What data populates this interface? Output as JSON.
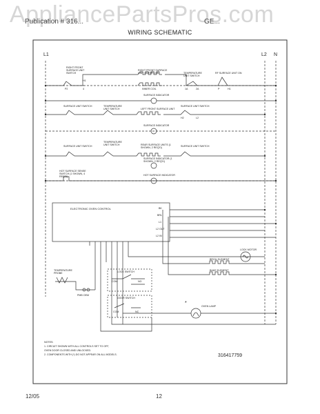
{
  "watermark": "AppliancePartsPros.com",
  "header": {
    "left": "Publication # 316...",
    "right": "GE...",
    "title": "WIRING SCHEMATIC"
  },
  "rails": {
    "l1": "L1",
    "l2": "L2",
    "n": "N"
  },
  "row1": {
    "switch_label": "RIGHT FRONT SURFACE UNIT SWITCH",
    "h1": "H1",
    "p2": "P2",
    "t4": "4",
    "element_label": "RIGHT FRONT SURFACE UNIT OUTER COIL",
    "inner_coil": "INNER COIL",
    "temp_switch": "TEMPERATURE UNIT SWITCH",
    "t1a": "1A",
    "t2a": "2A",
    "rf_switch": "RF SURFACE UNIT ON",
    "p": "P",
    "h1b": "H1",
    "indicator": "SURFACE INDICATOR"
  },
  "row2": {
    "switch_label": "SURFACE UNIT SWITCH",
    "temp_switch": "TEMPERATURE UNIT SWITCH",
    "element_label": "LEFT FRONT SURFACE UNIT",
    "switch2": "SURFACE UNIT SWITCH",
    "h2": "H2",
    "l2": "L2",
    "indicator": "SURFACE INDICATOR"
  },
  "row3": {
    "switch_label": "SURFACE UNIT SWITCH",
    "temp_switch": "TEMPERATURE UNIT SWITCH",
    "element_label": "REAR SURFACE UNITS (1 SHOWN, 2 REQ'D)",
    "switch2": "SURFACE UNIT SWITCH",
    "indicator": "SURFACE INDICATOR (1 SHOWN, 2 REQ'D)"
  },
  "row4": {
    "sense_switch": "HOT SURFACE SENSE SWITCH (1 SHOWN, 4 REQ'D)",
    "indicator": "HOT SURFACE INDICATOR"
  },
  "control": {
    "title": "ELECTRONIC OVEN CONTROL",
    "pins": [
      "BK",
      "BRL",
      "L1",
      "L2 OUT",
      "L2 IN"
    ]
  },
  "loads": {
    "lock_motor": "LOCK MOTOR",
    "broil": "BROIL ELEMENT",
    "bake": "BAKE ELEMENT",
    "oven_lamp": "OVEN LAMP",
    "probe": "TEMPERATURE PROBE",
    "pmb": "PMB OEM",
    "lock_switch": "LOCK SWITCH",
    "door_switch": "DOOR SWITCH",
    "com": "COM",
    "no": "NO",
    "nc": "NC"
  },
  "notes": {
    "heading": "NOTES:",
    "n1": "1. CIRCUIT SHOWN WITH ALL CONTROLS SET TO OFF,",
    "n1b": "   OVEN DOOR CLOSED AND UNLOCKED.",
    "n2": "2. COMPONENTS WITH (*) DO NOT APPEAR ON ALL MODELS."
  },
  "part_number": "316417759",
  "footer": {
    "date": "12/05",
    "page": "12"
  }
}
